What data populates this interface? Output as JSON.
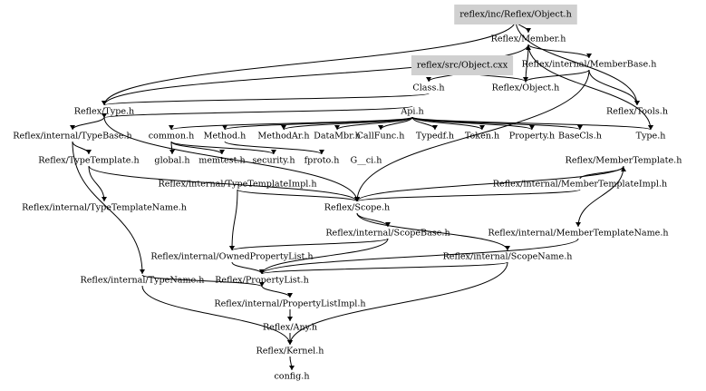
{
  "diagram": {
    "type": "include-dependency-graph",
    "highlight_color": "#d0d0d0",
    "nodes": [
      {
        "id": "obj_h",
        "label": "reflex/inc/Reflex/Object.h",
        "root": true
      },
      {
        "id": "member_h",
        "label": "Reflex/Member.h"
      },
      {
        "id": "obj_cxx",
        "label": "reflex/src/Object.cxx",
        "root": true
      },
      {
        "id": "memberbase_h",
        "label": "Reflex/internal/MemberBase.h"
      },
      {
        "id": "class_h",
        "label": "Class.h"
      },
      {
        "id": "robject_h",
        "label": "Reflex/Object.h"
      },
      {
        "id": "type_h",
        "label": "Reflex/Type.h"
      },
      {
        "id": "api_h",
        "label": "Api.h"
      },
      {
        "id": "tools_h",
        "label": "Reflex/Tools.h"
      },
      {
        "id": "typebase_h",
        "label": "Reflex/internal/TypeBase.h"
      },
      {
        "id": "common_h",
        "label": "common.h"
      },
      {
        "id": "method_h",
        "label": "Method.h"
      },
      {
        "id": "methodar_h",
        "label": "MethodAr.h"
      },
      {
        "id": "datambr_h",
        "label": "DataMbr.h"
      },
      {
        "id": "callfunc_h",
        "label": "CallFunc.h"
      },
      {
        "id": "typedf_h",
        "label": "Typedf.h"
      },
      {
        "id": "token_h",
        "label": "Token.h"
      },
      {
        "id": "property_h",
        "label": "Property.h"
      },
      {
        "id": "basecls_h",
        "label": "BaseCls.h"
      },
      {
        "id": "typeh2",
        "label": "Type.h"
      },
      {
        "id": "typetemplate_h",
        "label": "Reflex/TypeTemplate.h"
      },
      {
        "id": "global_h",
        "label": "global.h"
      },
      {
        "id": "memtest_h",
        "label": "memtest.h"
      },
      {
        "id": "security_h",
        "label": "security.h"
      },
      {
        "id": "fproto_h",
        "label": "fproto.h"
      },
      {
        "id": "gci_h",
        "label": "G__ci.h"
      },
      {
        "id": "membertemplate_h",
        "label": "Reflex/MemberTemplate.h"
      },
      {
        "id": "typetemplateimpl_h",
        "label": "Reflex/internal/TypeTemplateImpl.h"
      },
      {
        "id": "membertemplateimpl_h",
        "label": "Reflex/internal/MemberTemplateImpl.h"
      },
      {
        "id": "typetemplatename_h",
        "label": "Reflex/internal/TypeTemplateName.h"
      },
      {
        "id": "scope_h",
        "label": "Reflex/Scope.h"
      },
      {
        "id": "scopebase_h",
        "label": "Reflex/internal/ScopeBase.h"
      },
      {
        "id": "membertemplatename_h",
        "label": "Reflex/internal/MemberTemplateName.h"
      },
      {
        "id": "ownedpropertylist_h",
        "label": "Reflex/internal/OwnedPropertyList.h"
      },
      {
        "id": "scopename_h",
        "label": "Reflex/internal/ScopeName.h"
      },
      {
        "id": "typename_h",
        "label": "Reflex/internal/TypeName.h"
      },
      {
        "id": "propertylist_h",
        "label": "Reflex/PropertyList.h"
      },
      {
        "id": "propertylistimpl_h",
        "label": "Reflex/internal/PropertyListImpl.h"
      },
      {
        "id": "any_h",
        "label": "Reflex/Any.h"
      },
      {
        "id": "kernel_h",
        "label": "Reflex/Kernel.h"
      },
      {
        "id": "config_h",
        "label": "config.h"
      }
    ],
    "edges": [
      [
        "obj_h",
        "member_h"
      ],
      [
        "obj_h",
        "type_h"
      ],
      [
        "obj_h",
        "tools_h"
      ],
      [
        "member_h",
        "memberbase_h"
      ],
      [
        "member_h",
        "type_h"
      ],
      [
        "member_h",
        "typeh2"
      ],
      [
        "obj_cxx",
        "class_h"
      ],
      [
        "obj_cxx",
        "robject_h"
      ],
      [
        "robject_h",
        "member_h"
      ],
      [
        "class_h",
        "type_h"
      ],
      [
        "memberbase_h",
        "robject_h"
      ],
      [
        "memberbase_h",
        "tools_h"
      ],
      [
        "memberbase_h",
        "scope_h"
      ],
      [
        "type_h",
        "typebase_h"
      ],
      [
        "type_h",
        "scope_h"
      ],
      [
        "typebase_h",
        "typetemplate_h"
      ],
      [
        "typebase_h",
        "typename_h"
      ],
      [
        "typetemplate_h",
        "typetemplatename_h"
      ],
      [
        "typetemplate_h",
        "scope_h"
      ],
      [
        "api_h",
        "type_h"
      ],
      [
        "api_h",
        "common_h"
      ],
      [
        "api_h",
        "method_h"
      ],
      [
        "api_h",
        "methodar_h"
      ],
      [
        "api_h",
        "datambr_h"
      ],
      [
        "api_h",
        "callfunc_h"
      ],
      [
        "api_h",
        "typedf_h"
      ],
      [
        "api_h",
        "token_h"
      ],
      [
        "api_h",
        "property_h"
      ],
      [
        "api_h",
        "basecls_h"
      ],
      [
        "api_h",
        "typeh2"
      ],
      [
        "common_h",
        "global_h"
      ],
      [
        "common_h",
        "memtest_h"
      ],
      [
        "method_h",
        "fproto_h"
      ],
      [
        "common_h",
        "security_h"
      ],
      [
        "typetemplateimpl_h",
        "scope_h"
      ],
      [
        "typetemplateimpl_h",
        "ownedpropertylist_h"
      ],
      [
        "membertemplate_h",
        "scope_h"
      ],
      [
        "membertemplateimpl_h",
        "membertemplate_h"
      ],
      [
        "membertemplateimpl_h",
        "scope_h"
      ],
      [
        "membertemplate_h",
        "membertemplatename_h"
      ],
      [
        "scope_h",
        "scopebase_h"
      ],
      [
        "scope_h",
        "scopename_h"
      ],
      [
        "scopebase_h",
        "ownedpropertylist_h"
      ],
      [
        "scopebase_h",
        "propertylist_h"
      ],
      [
        "membertemplatename_h",
        "propertylist_h"
      ],
      [
        "scopename_h",
        "propertylist_h"
      ],
      [
        "ownedpropertylist_h",
        "propertylist_h"
      ],
      [
        "typename_h",
        "propertylist_h"
      ],
      [
        "propertylist_h",
        "propertylistimpl_h"
      ],
      [
        "propertylistimpl_h",
        "any_h"
      ],
      [
        "any_h",
        "kernel_h"
      ],
      [
        "kernel_h",
        "config_h"
      ],
      [
        "typename_h",
        "kernel_h"
      ],
      [
        "scopename_h",
        "kernel_h"
      ]
    ]
  }
}
